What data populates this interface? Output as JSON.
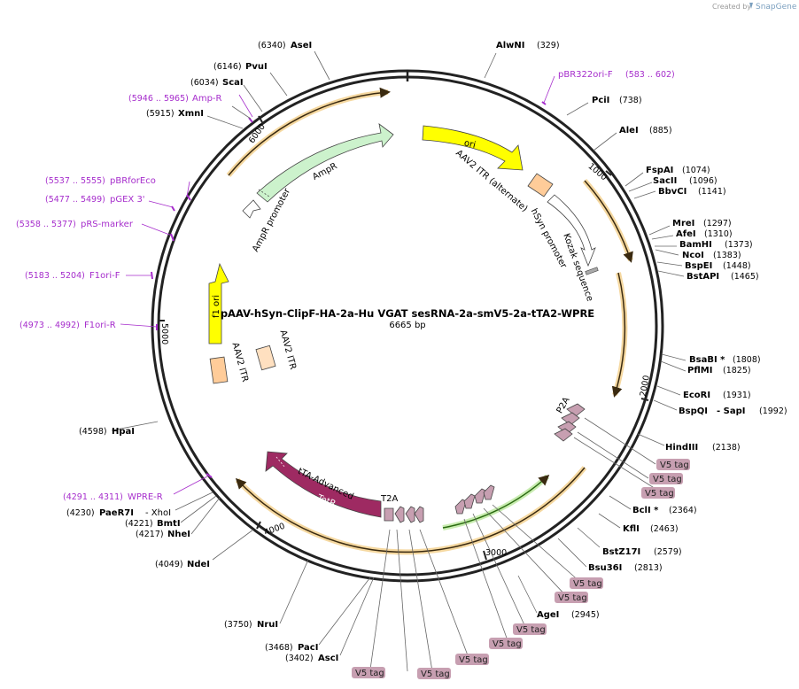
{
  "credit": {
    "prefix": "Created by",
    "brand": "SnapGene"
  },
  "plasmid": {
    "name": "pAAV-hSyn-ClipF-HA-2a-Hu VGAT sesRNA-2a-smV5-2a-tTA2-WPRE",
    "size": "6665 bp"
  },
  "ticks": [
    "1000",
    "2000",
    "3000",
    "4000",
    "5000",
    "6000"
  ],
  "sites_left": [
    {
      "name": "AseI",
      "coord": "(6340)"
    },
    {
      "name": "PvuI",
      "coord": "(6146)"
    },
    {
      "name": "ScaI",
      "coord": "(6034)"
    },
    {
      "name": "XmnI",
      "coord": "(5915)"
    },
    {
      "name": "HpaI",
      "coord": "(4598)"
    },
    {
      "name": "PaeR7I",
      "coord": "(4230)",
      "extra": "- XhoI"
    },
    {
      "name": "BmtI",
      "coord": "(4221)"
    },
    {
      "name": "NheI",
      "coord": "(4217)"
    },
    {
      "name": "NdeI",
      "coord": "(4049)"
    },
    {
      "name": "NruI",
      "coord": "(3750)"
    },
    {
      "name": "PacI",
      "coord": "(3468)"
    },
    {
      "name": "AscI",
      "coord": "(3402)"
    }
  ],
  "sites_right": [
    {
      "name": "AlwNI",
      "coord": "(329)"
    },
    {
      "name": "PciI",
      "coord": "(738)"
    },
    {
      "name": "AleI",
      "coord": "(885)"
    },
    {
      "name": "FspAI",
      "coord": "(1074)"
    },
    {
      "name": "SacII",
      "coord": "(1096)"
    },
    {
      "name": "BbvCI",
      "coord": "(1141)"
    },
    {
      "name": "MreI",
      "coord": "(1297)"
    },
    {
      "name": "AfeI",
      "coord": "(1310)"
    },
    {
      "name": "BamHI",
      "coord": "(1373)"
    },
    {
      "name": "NcoI",
      "coord": "(1383)"
    },
    {
      "name": "BspEI",
      "coord": "(1448)"
    },
    {
      "name": "BstAPI",
      "coord": "(1465)"
    },
    {
      "name": "BsaBI *",
      "coord": "(1808)"
    },
    {
      "name": "PflMI",
      "coord": "(1825)"
    },
    {
      "name": "EcoRI",
      "coord": "(1931)"
    },
    {
      "name": "BspQI",
      "coord": "(1992)",
      "extra": "- SapI"
    },
    {
      "name": "HindIII",
      "coord": "(2138)"
    },
    {
      "name": "BclI *",
      "coord": "(2364)"
    },
    {
      "name": "KflI",
      "coord": "(2463)"
    },
    {
      "name": "BstZ17I",
      "coord": "(2579)"
    },
    {
      "name": "Bsu36I",
      "coord": "(2813)"
    },
    {
      "name": "AgeI",
      "coord": "(2945)"
    }
  ],
  "primers": [
    {
      "name": "pBR322ori-F",
      "coord": "(583 .. 602)"
    },
    {
      "name": "Amp-R",
      "coord": "(5946 .. 5965)"
    },
    {
      "name": "pBRforEco",
      "coord": "(5537 .. 5555)"
    },
    {
      "name": "pGEX 3'",
      "coord": "(5477 .. 5499)"
    },
    {
      "name": "pRS-marker",
      "coord": "(5358 .. 5377)"
    },
    {
      "name": "F1ori-F",
      "coord": "(5183 .. 5204)"
    },
    {
      "name": "F1ori-R",
      "coord": "(4973 .. 4992)"
    },
    {
      "name": "WPRE-R",
      "coord": "(4291 .. 4311)"
    }
  ],
  "features": {
    "ori": "ori",
    "ampr": "AmpR",
    "ampr_promoter": "AmpR promoter",
    "f1ori": "f1 ori",
    "itr_alt": "AAV2 ITR (alternate)",
    "hsyn": "hSyn promoter",
    "kozak": "Kozak sequence",
    "itr1": "AAV2 ITR",
    "itr2": "AAV2 ITR",
    "p2a": "P2A",
    "tta": "tTA-Advanced",
    "tetr": "TetR",
    "t2a": "T2A"
  },
  "tag_label": "V5 tag",
  "colors": {
    "ori": "#ffff00",
    "ampr": "#ccf2cc",
    "f1ori": "#ffff00",
    "itr": "#ffcc99",
    "itr_light": "#ffe0c0",
    "tetr": "#9e2a62",
    "v5": "#c79fb1",
    "primer": "#a62dcc",
    "orf_arc": "#e0a030"
  }
}
